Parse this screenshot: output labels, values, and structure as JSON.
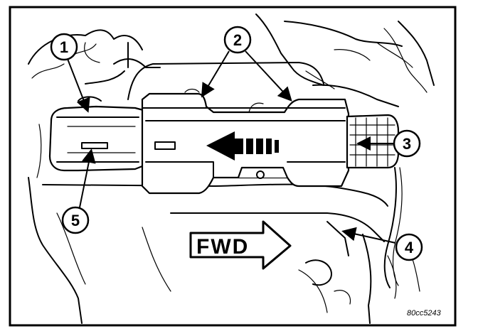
{
  "callouts": [
    {
      "id": "callout-1",
      "label": "1"
    },
    {
      "id": "callout-2",
      "label": "2"
    },
    {
      "id": "callout-3",
      "label": "3"
    },
    {
      "id": "callout-4",
      "label": "4"
    },
    {
      "id": "callout-5",
      "label": "5"
    }
  ],
  "direction_label": "FWD",
  "figure_id": "80cc5243",
  "icons": [
    "direction-arrow-icon",
    "fwd-arrow-icon"
  ]
}
